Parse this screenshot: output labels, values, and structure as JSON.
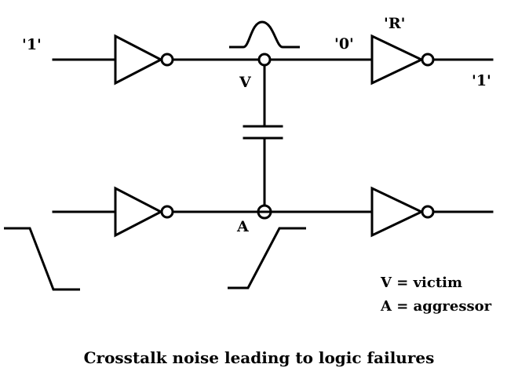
{
  "labels": {
    "victim_input": "'1'",
    "victim_mid": "'0'",
    "receiver": "'R'",
    "victim_output": "'1'",
    "victim_node": "V",
    "aggressor_node": "A"
  },
  "legend": {
    "victim": "V = victim",
    "aggressor": "A = aggressor"
  },
  "caption": "Crosstalk noise leading to logic failures",
  "colors": {
    "stroke": "#000000",
    "background": "#ffffff"
  }
}
